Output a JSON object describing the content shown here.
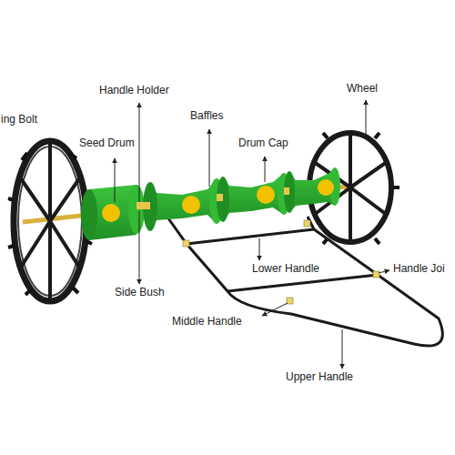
{
  "diagram": {
    "labels": [
      "ing Bolt",
      "Handle Holder",
      "Baffles",
      "Drum Cap",
      "Wheel",
      "Seed Drum",
      "Side Bush",
      "Lower Handle",
      "Handle Joi",
      "Middle Handle",
      "Upper Handle"
    ]
  }
}
